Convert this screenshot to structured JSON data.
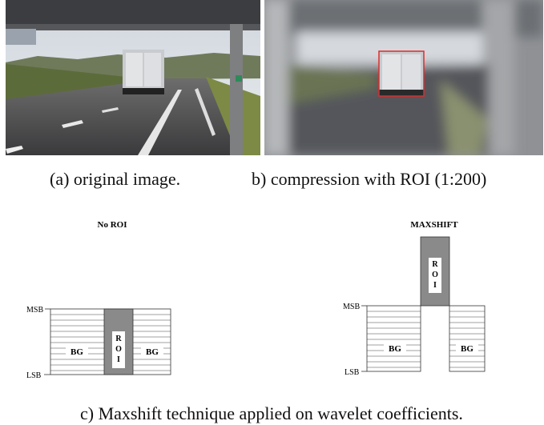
{
  "figure": {
    "images": [
      {
        "id": "a",
        "caption": "(a) original image."
      },
      {
        "id": "b",
        "caption": "b) compression with ROI (1:200)"
      }
    ],
    "diagrams": [
      {
        "title": "No ROI",
        "msb": "MSB",
        "lsb": "LSB",
        "bg_left": "BG",
        "bg_right": "BG",
        "roi_letters": [
          "R",
          "O",
          "I"
        ]
      },
      {
        "title": "MAXSHIFT",
        "msb": "MSB",
        "lsb": "LSB",
        "bg_left": "BG",
        "bg_right": "BG",
        "roi_letters": [
          "R",
          "O",
          "I"
        ]
      }
    ],
    "caption_c": "c) Maxshift technique applied on wavelet coefficients."
  }
}
